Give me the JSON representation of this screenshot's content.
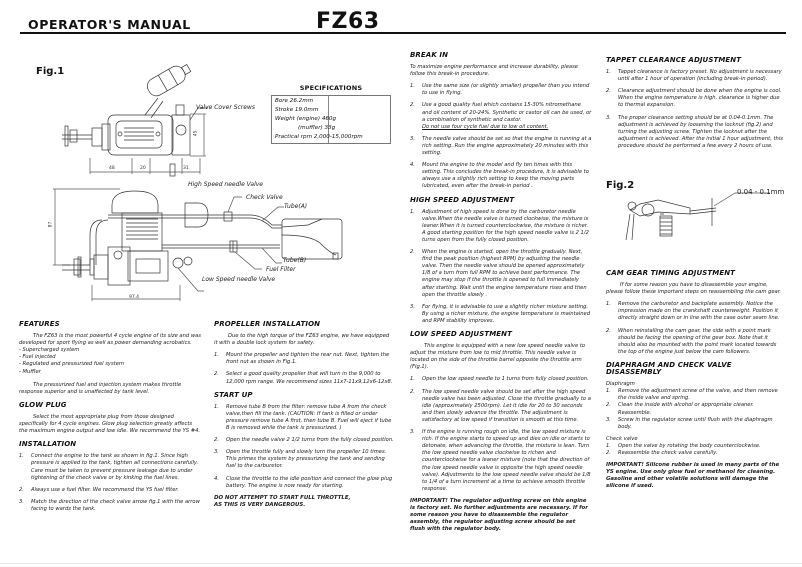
{
  "header": {
    "title": "OPERATOR'S MANUAL",
    "model": "FZ63"
  },
  "fig1": {
    "label": "Fig.1",
    "callouts": {
      "valve_cover_screws": "Valve Cover Screws",
      "high_speed_needle": "High Speed needle Valve",
      "check_valve": "Check Valve",
      "tube_a": "Tube(A)",
      "tube_b": "Tube(B)",
      "fuel_filter": "Fuel Filter",
      "low_speed_needle": "Low Speed needle Valve"
    },
    "dimensions": {
      "d48": "48",
      "d20": "20",
      "d31": "31",
      "d45": "45",
      "d87": "87",
      "d97": "97.4"
    }
  },
  "specifications": {
    "title": "SPECIFICATIONS",
    "rows": [
      "Bore 26.2mm",
      "Stroke 19.0mm",
      "Weight (engine) 460g",
      "(muffler) 33g",
      "Practical rpm 2,000-15,000rpm"
    ]
  },
  "fig2": {
    "label": "Fig.2",
    "clearance": "0.04 - 0.1mm"
  },
  "features": {
    "heading": "FEATURES",
    "intro": "The FZ63 is the most powerful 4 cycle engine of its size and was developed for sport flying as well as power demanding acrobatics.",
    "bullets": [
      "- Supercharged system",
      "- Fuel injected",
      "- Regulated and pressurized fuel system",
      "- Muffler"
    ],
    "outro": "The pressurized fuel and injection system makes throttle response superior and is unaffected by tank level."
  },
  "glow_plug": {
    "heading": "GLOW PLUG",
    "text": "Select the most appropriate plug from those designed specifically for 4 cycle engines. Glow plug selection greatly affects the maximum engine output and low idle. We recommend the YS #4."
  },
  "installation": {
    "heading": "INSTALLATION",
    "items": [
      {
        "num": "1.",
        "text": "Connect the engine to the tank as shown in fig.1. Since high pressure is applied to the tank, tighten all connections carefully. Care must be taken to prevent pressure leakage due to under tightening of the check valve or by kinking the fuel lines."
      },
      {
        "num": "2.",
        "text": "Always use a fuel filter. We recommend the YS fuel filter."
      },
      {
        "num": "3.",
        "text": "Match the direction of the check valve arrow fig.1 with the arrow facing to wards the tank."
      }
    ]
  },
  "propeller_installation": {
    "heading": "PROPELLER INSTALLATION",
    "intro": "Due to the high torque of the FZ63 engine, we have equipped it with a double lock system for safety.",
    "items": [
      {
        "num": "1.",
        "text": "Mount the propeller and tighten the rear nut. Next, tighten the front nut as shown in Fig.1."
      },
      {
        "num": "2.",
        "text": "Select a good quality propeller that will turn in the 9,000 to 12,000 rpm range. We recommend sizes 11x7-11x9,12x6-12x8."
      }
    ]
  },
  "start_up": {
    "heading": "START UP",
    "items": [
      {
        "num": "1.",
        "text": "Remove tube B from the filter: remove tube A from the check valve,then fill the tank. (CAUTION: If tank is filled or under pressure remove tube A first, then tube B. Fuel will eject if tube B is removed while the tank is pressurized. )"
      },
      {
        "num": "2.",
        "text": "Open the needle valve 2 1/2 turns from the fully closed position."
      },
      {
        "num": "3.",
        "text": "Open the throttle fully and slowly turn the propeller 10 times. This primes the system by pressurizing the tank and sending fuel to the carburetor."
      },
      {
        "num": "4.",
        "text": "Close the throttle to the idle position and connect the glow plug battery. The engine is now ready for starting."
      }
    ],
    "warning_line1": "DO NOT ATTEMPT TO START FULL THROTTLE,",
    "warning_line2": "AS THIS IS VERY DANGEROUS."
  },
  "break_in": {
    "heading": "BREAK IN",
    "intro": "To maximize engine performance and increase durability, please follow this break-in procedure.",
    "items": [
      {
        "num": "1.",
        "text": "Use the same size (or slightly smaller) propeller than you intend to use in flying."
      },
      {
        "num": "2.",
        "text": "Use a good quality fuel which contains 15-30% nitromethane and oil content of 20-24%. Synthetic or castor oil can be used, or a combination of synthetic and castor.",
        "underline": "Do not use four cycle fuel due to low oil content."
      },
      {
        "num": "3.",
        "text": "The needle valve should be set so that the engine is running at a rich setting. Run the engine approximately 20 minutes with this setting."
      },
      {
        "num": "4.",
        "text": "Mount the engine to the model and fly ten times with this setting. This concludes the break-in procedure, it is advisable to always use a slightly rich setting to keep the moving parts lubricated, even after the break-in period ."
      }
    ]
  },
  "high_speed": {
    "heading": "HIGH SPEED ADJUSTMENT",
    "items": [
      {
        "num": "1.",
        "text": "Adjustment of high speed is done by the carburetor needle valve.When the needle valve is turned clockwise, the mixture is leaner.When it is turned counterclockwise, the mixture is richer. A good starting position for the high speed needle valve is 2 1/2 turns open from the fully closed position."
      },
      {
        "num": "2.",
        "text": "When the engine is started, open the throttle gradually. Next, find the peak position (highest RPM) by adjusting the needle valve. Then the needle valve should be opened approximately 1/8 of a turn from full RPM to achieve best performance. The engine may stop if the throttle is opened to full immediately after starting. Wait until the engine temperature rises and then open the throttle slowly ."
      },
      {
        "num": "3.",
        "text": "For flying, it is advisable to use a slightly richer mixture setting. By using a richer mixture, the engine temperature is maintained and RPM stability improves."
      }
    ]
  },
  "low_speed": {
    "heading": "LOW SPEED ADJUSTMENT",
    "intro": "This engine is equipped with a new low speed needle valve to adjust the mixture from low to mid throttle. This needle valve is located on the side of the throttle barrel opposite the throttle arm (Fig.1).",
    "items": [
      {
        "num": "1.",
        "text": "Open the low speed needle to 1 turns from fully closed position."
      },
      {
        "num": "2.",
        "text": "The low speed needle valve should be set after the high speed needle valve has been adjusted. Close the throttle gradually to a idle (approximately 2500rpm). Let it idle for 20 to 30 seconds and then slowly advance the throttle. The adjustment is satisfactory at low speed if transition is smooth at this time."
      },
      {
        "num": "3.",
        "text": "If the engine is running rough on idle, the low speed mixture is rich. If the engine starts to speed up and dies on idle or starts to detonate, when advancing the throttle, the mixture is lean. Turn the low speed needle valve clockwise to richen and counterclockwise for a leaner mixture (note that the direction of the low speed needle valve is opposite the high speed needle valve). Adjustments to the low speed needle valve should be 1/8 to 1/4 of a turn increment at a time to achieve smooth throttle response."
      }
    ],
    "important": "IMPORTANT! The regulator adjusting screw on this engine is factory set. No further adjustments are necessary. If for some reason you have to disassemble the regulator assembly, the regulator adjusting screw should be set flush with the regulator body."
  },
  "tappet": {
    "heading": "TAPPET CLEARANCE ADJUSTMENT",
    "items": [
      {
        "num": "1.",
        "text": "Tappet clearance is factory preset. No adjustment is necessary until after 1 hour of operation (including break-in period)."
      },
      {
        "num": "2.",
        "text": "Clearance adjustment should be done when the engine is cool. When the engine temperature is high, clearance is higher due to thermal expansion."
      },
      {
        "num": "3.",
        "text": "The proper clearance setting should be at 0.04-0.1mm. The adjustment is achieved by loosening the locknut (fig.2) and turning the adjusting screw. Tighten the locknut after the adjustment is achieved. After the initial 1 hour adjustment, this procedure should be performed a few every 2 hours of use."
      }
    ]
  },
  "cam_gear": {
    "heading": "CAM GEAR TIMING ADJUSTMENT",
    "intro": "If for some reason you have to disassemble your engine, please follow these important steps on reassembling the cam gear.",
    "items": [
      {
        "num": "1.",
        "text": "Remove the carburetor and backplate assembly. Notice the impression made on the crankshaft counterweight. Position it directly straight down or in line with the case outer seam line."
      },
      {
        "num": "2.",
        "text": "When reinstalling the cam gear, the side with a point mark should be facing the opening of the gear box. Note that it should also be mounted with the point mark located towards the top of the engine just below the cam followers."
      }
    ]
  },
  "diaphragm": {
    "heading": "DIAPHRAGM AND CHECK VALVE DISASSEMBLY",
    "diaphragm_label": "Diaphragm",
    "diaphragm_items": [
      {
        "num": "1.",
        "text": "Remove the adjustment screw of the valve, and then remove the inside valve and spring."
      },
      {
        "num": "2.",
        "text": "Clean the inside with alcohol or appropriate cleaner. Reassemble."
      },
      {
        "num": "3.",
        "text": "Screw in the regulator screw until flush with the diaphragm body."
      }
    ],
    "check_label": "Check valve",
    "check_items": [
      {
        "num": "1.",
        "text": "Open the valve by rotating the body counterclockwise."
      },
      {
        "num": "2.",
        "text": "Reassemble the check valve carefully."
      }
    ],
    "important": "IMPORTANT! Silicone rubber is used in many parts of the YS engine. Use only glow fuel or methanol for cleaning. Gasoline and other volatile solutions will damage the silicone if used."
  }
}
